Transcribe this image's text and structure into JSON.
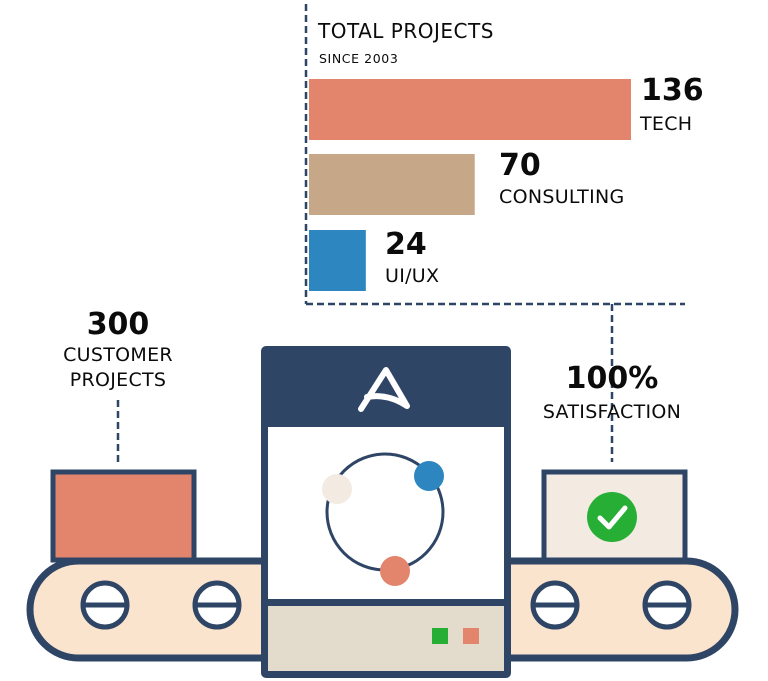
{
  "colors": {
    "navy": "#2f4566",
    "tech": "#e3846d",
    "consulting": "#c6a888",
    "uiux": "#2e86c1",
    "belt": "#fbe4ce",
    "panel": "#e3dccc",
    "light": "#f3ebe1",
    "check": "#27ae35"
  },
  "chart": {
    "title": "TOTAL PROJECTS",
    "subtitle": "SINCE 2003"
  },
  "chart_data": {
    "type": "bar",
    "orientation": "horizontal",
    "title": "TOTAL PROJECTS",
    "subtitle": "SINCE 2003",
    "categories": [
      "TECH",
      "CONSULTING",
      "UI/UX"
    ],
    "values": [
      136,
      70,
      24
    ],
    "value_labels": [
      "136",
      "70",
      "24"
    ],
    "colors": [
      "#e3846d",
      "#c6a888",
      "#2e86c1"
    ],
    "xlim": [
      0,
      136
    ]
  },
  "customer": {
    "number": "300",
    "line1": "CUSTOMER",
    "line2": "PROJECTS"
  },
  "satisfaction": {
    "number": "100%",
    "label": "SATISFACTION"
  },
  "machine": {
    "logo_icon": "a-logo-icon",
    "process_icon": "cycle-icon",
    "status_indicators": [
      "#27ae35",
      "#e3846d"
    ]
  },
  "output_box": {
    "icon": "checkmark-icon"
  }
}
